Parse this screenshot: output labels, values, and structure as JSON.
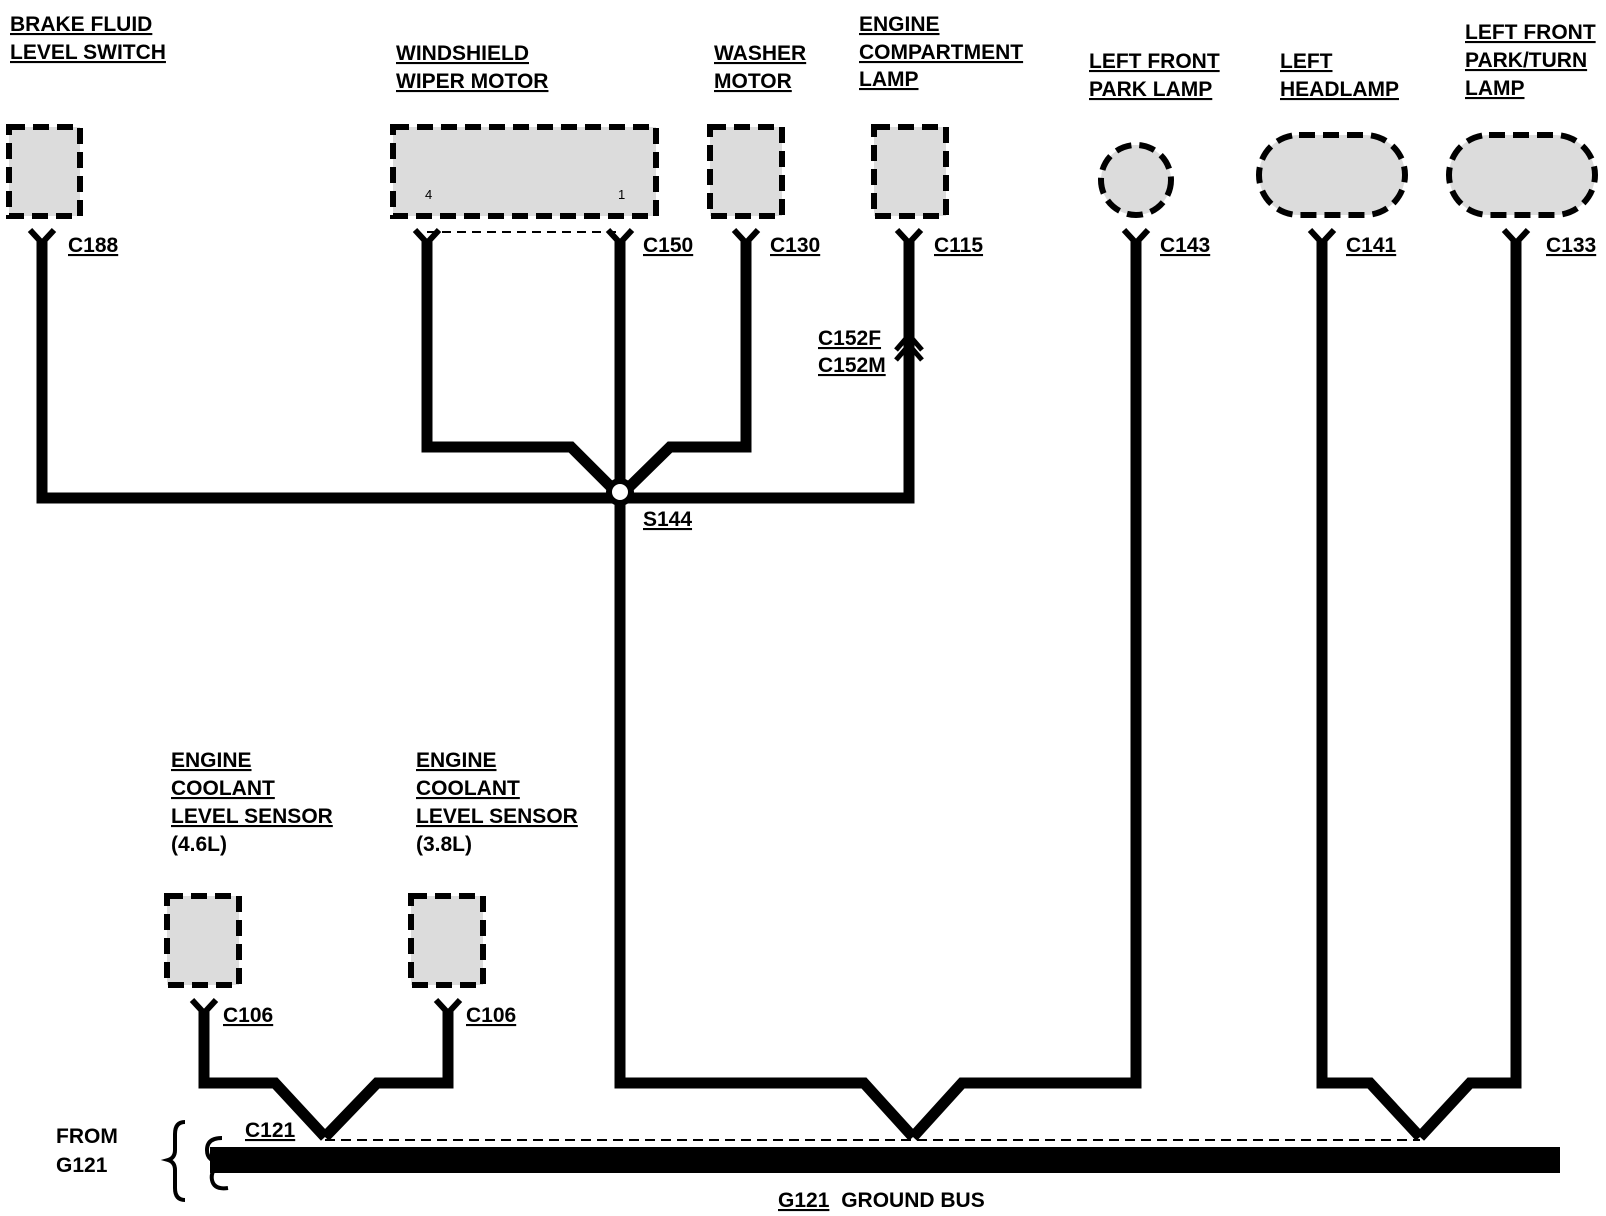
{
  "components": {
    "brake_fluid": [
      "BRAKE FLUID",
      "LEVEL SWITCH"
    ],
    "wiper_motor": [
      "WINDSHIELD",
      "WIPER MOTOR"
    ],
    "washer_motor": [
      "WASHER",
      "MOTOR"
    ],
    "engine_comp_lamp": [
      "ENGINE",
      "COMPARTMENT",
      "LAMP"
    ],
    "lf_park_lamp": [
      "LEFT FRONT",
      "PARK LAMP"
    ],
    "left_headlamp": [
      "LEFT",
      "HEADLAMP"
    ],
    "lf_park_turn_lamp": [
      "LEFT FRONT",
      "PARK/TURN",
      "LAMP"
    ],
    "coolant_46": [
      "ENGINE",
      "COOLANT",
      "LEVEL SENSOR"
    ],
    "coolant_46_variant": "(4.6L)",
    "coolant_38": [
      "ENGINE",
      "COOLANT",
      "LEVEL SENSOR"
    ],
    "coolant_38_variant": "(3.8L)"
  },
  "pins": {
    "wiper_left": "4",
    "wiper_right": "1"
  },
  "connectors": {
    "c188": "C188",
    "c150": "C150",
    "c130": "C130",
    "c115": "C115",
    "c152f": "C152F",
    "c152m": "C152M",
    "c143": "C143",
    "c141": "C141",
    "c133": "C133",
    "c106_a": "C106",
    "c106_b": "C106",
    "c121": "C121"
  },
  "splice": "S144",
  "from_label": [
    "FROM",
    "G121"
  ],
  "ground_bus": {
    "id": "G121",
    "text": "GROUND BUS"
  }
}
